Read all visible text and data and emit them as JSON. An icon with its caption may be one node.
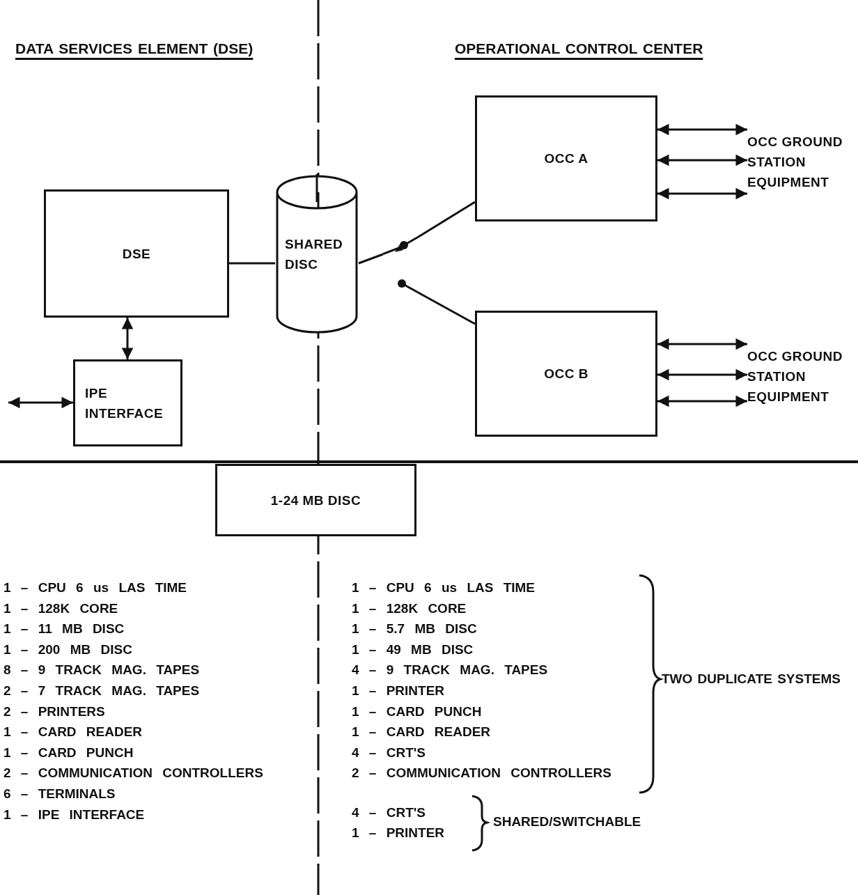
{
  "diagram": {
    "nodes": [
      {
        "text": [
          "DSE"
        ]
      },
      {
        "text": [
          "IPE INTERFACE"
        ]
      },
      {
        "text": [
          "SHARED DISC"
        ]
      },
      {
        "text": [],
        "shape": "switch"
      },
      {
        "text": [
          "OCC A"
        ]
      },
      {
        "text": [
          "OCC GROUND STATION EQUIPMENT"
        ]
      },
      {
        "text": [
          "OCC B"
        ]
      },
      {
        "text": [
          "OCC GROUND STATION EQUIPMENT"
        ]
      },
      {
        "text": [
          "1-24 MB DISC"
        ]
      }
    ],
    "edges": [
      {
        "from": 0,
        "to": 1,
        "arrow": "both"
      },
      {
        "from": null,
        "to": 1,
        "arrow": "both"
      },
      {
        "from": 0,
        "to": 2,
        "arrow": "none"
      },
      {
        "from": 2,
        "to": 3,
        "arrow": "none"
      },
      {
        "from": 3,
        "to": 4,
        "arrow": "none"
      },
      {
        "from": 3,
        "to": 6,
        "arrow": "none"
      },
      {
        "from": 4,
        "to": 5,
        "arrow": "both"
      },
      {
        "from": 4,
        "to": 5,
        "arrow": "both"
      },
      {
        "from": 4,
        "to": 5,
        "arrow": "both"
      },
      {
        "from": 6,
        "to": 7,
        "arrow": "both"
      },
      {
        "from": 6,
        "to": 7,
        "arrow": "both"
      },
      {
        "from": 6,
        "to": 7,
        "arrow": "both"
      }
    ],
    "labels": [
      "DATA SERVICES ELEMENT (DSE)",
      "OPERATIONAL CONTROL CENTER",
      "1 – CPU 6 us LAS TIME",
      "1 – 128K CORE",
      "1 – 11 MB DISC",
      "1 – 200 MB DISC",
      "8 – 9 TRACK MAG. TAPES",
      "2 – 7 TRACK MAG. TAPES",
      "2 – PRINTERS",
      "1 – CARD READER",
      "1 – CARD PUNCH",
      "2 – COMMUNICATION CONTROLLERS",
      "6 – TERMINALS",
      "1 – IPE INTERFACE",
      "1 – CPU 6 us LAS TIME",
      "1 – 128K CORE",
      "1 – 5.7 MB DISC",
      "1 – 49 MB DISC",
      "4 – 9 TRACK MAG. TAPES",
      "1 – PRINTER",
      "1 – CARD PUNCH",
      "1 – CARD READER",
      "4 – CRT'S",
      "2 – COMMUNICATION CONTROLLERS",
      "TWO DUPLICATE SYSTEMS",
      "4 – CRT'S",
      "1 – PRINTER",
      "SHARED/SWITCHABLE"
    ]
  }
}
